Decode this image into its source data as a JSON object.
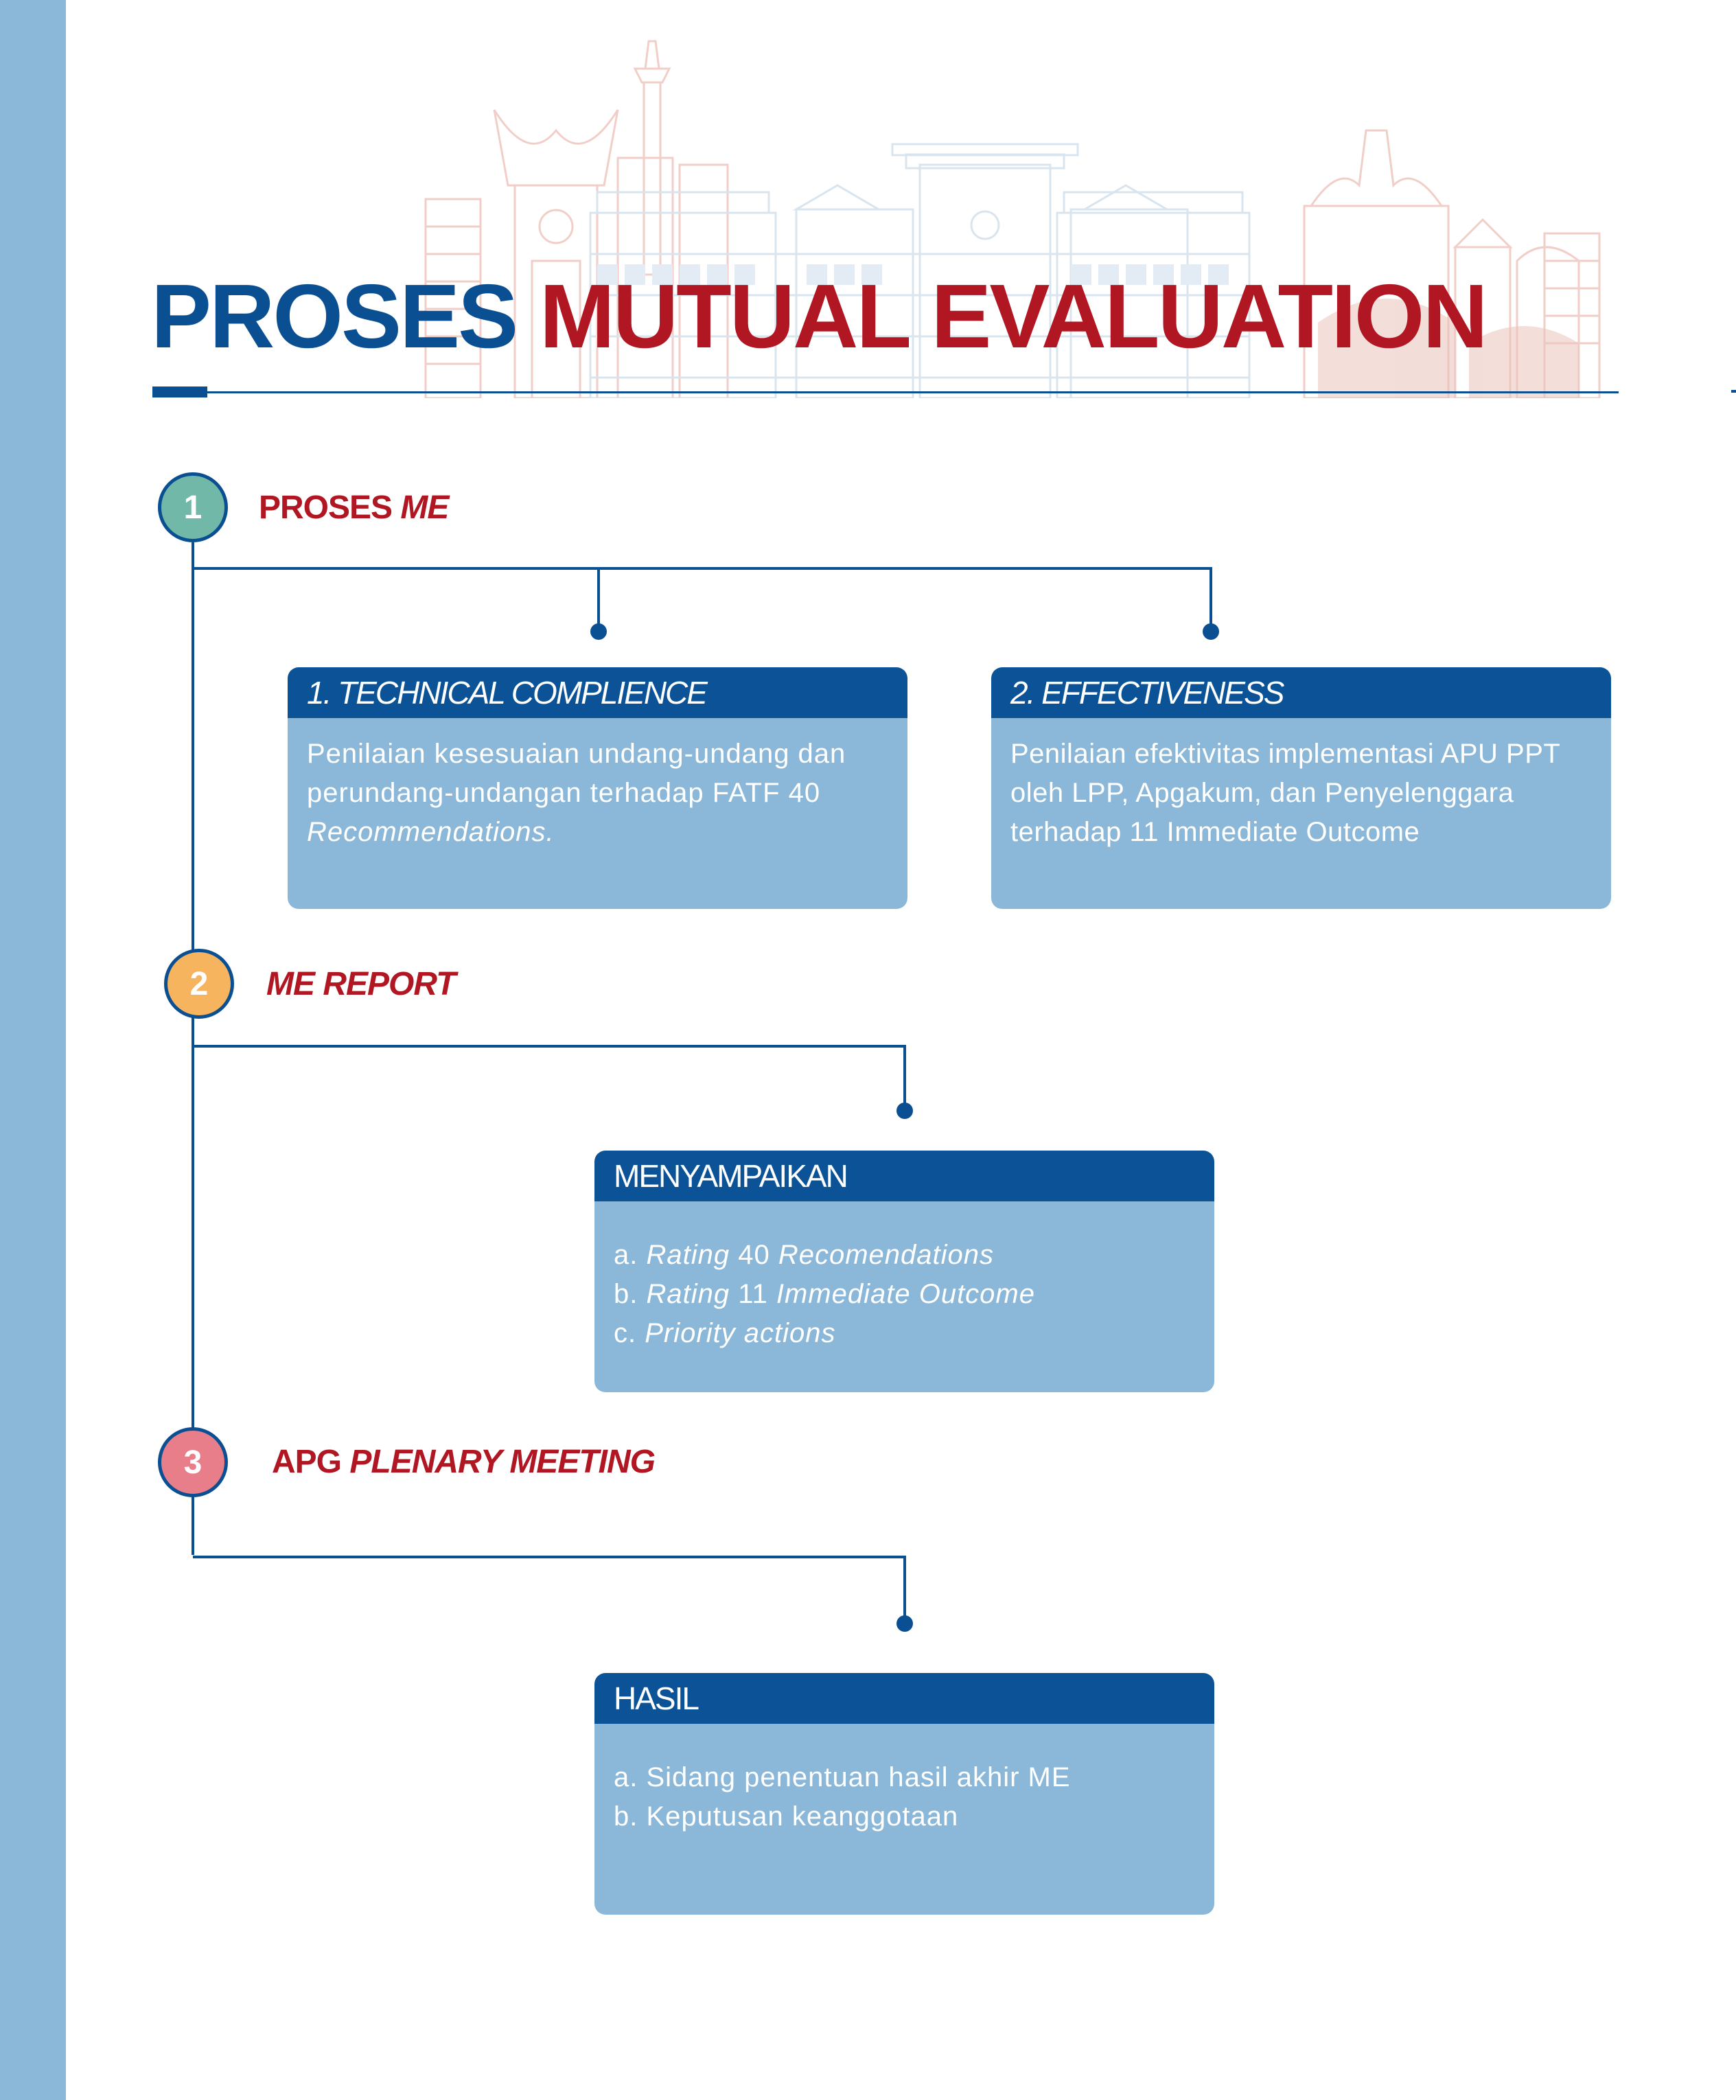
{
  "title": {
    "part1": "PROSES",
    "part2": "MUTUAL EVALUATION"
  },
  "colors": {
    "primary_blue": "#0b4f93",
    "accent_red": "#b01722",
    "card_fill": "#8bb8d9",
    "card_header": "#0b5396",
    "step1": "#72b8a8",
    "step2": "#f7b45e",
    "step3": "#e97e8b"
  },
  "steps": [
    {
      "number": "1",
      "title_plain": "PROSES ",
      "title_italic": "ME",
      "cards": [
        {
          "header": "1. TECHNICAL COMPLIENCE",
          "body_plain": "Penilaian kesesuaian undang-undang dan perundang-undangan terhadap FATF 40 ",
          "body_italic": "Recommendations."
        },
        {
          "header": "2. EFFECTIVENESS",
          "body": "Penilaian efektivitas implementasi APU PPT oleh LPP, Apgakum, dan Penyelenggara terhadap 11 Immediate Outcome"
        }
      ]
    },
    {
      "number": "2",
      "title": "ME REPORT",
      "card": {
        "header": "MENYAMPAIKAN",
        "items": [
          {
            "prefix": "a. ",
            "italic": "Rating",
            "mid": " 40 ",
            "italic2": "Recomendations"
          },
          {
            "prefix": "b. ",
            "italic": "Rating",
            "mid": " 11 ",
            "italic2": "Immediate Outcome"
          },
          {
            "prefix": "c. ",
            "italic": "Priority actions",
            "mid": "",
            "italic2": ""
          }
        ]
      }
    },
    {
      "number": "3",
      "title_plain": "APG ",
      "title_italic": "PLENARY MEETING",
      "card": {
        "header": "HASIL",
        "items": [
          "a. Sidang penentuan hasil akhir ME",
          "b. Keputusan keanggotaan"
        ]
      }
    }
  ]
}
